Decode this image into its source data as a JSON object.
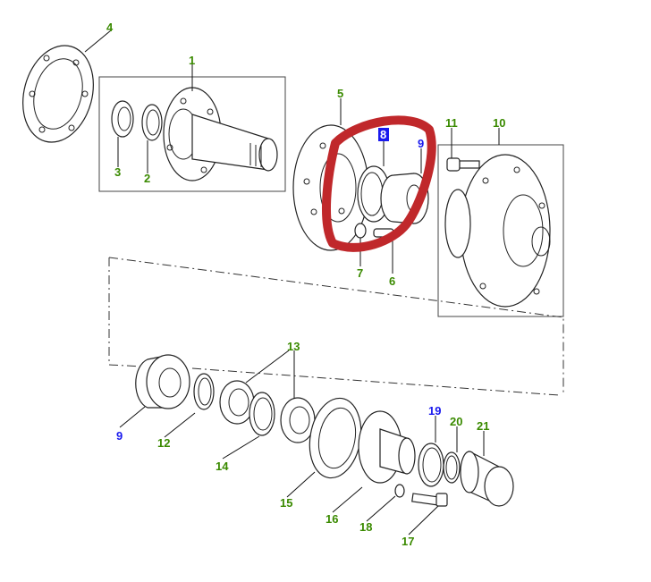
{
  "diagram": {
    "labels": {
      "p4": "4",
      "p1": "1",
      "p3": "3",
      "p2": "2",
      "p5": "5",
      "p8": "8",
      "p9a": "9",
      "p11": "11",
      "p10": "10",
      "p7": "7",
      "p6": "6",
      "p13": "13",
      "p9b": "9",
      "p12": "12",
      "p14": "14",
      "p15": "15",
      "p16": "16",
      "p18": "18",
      "p17": "17",
      "p19": "19",
      "p20": "20",
      "p21": "21"
    },
    "colors": {
      "label_green": "#3a8a00",
      "label_blue": "#1a1aee",
      "highlight_fill": "#1a1aee",
      "annotation_red": "#c0282b"
    }
  }
}
